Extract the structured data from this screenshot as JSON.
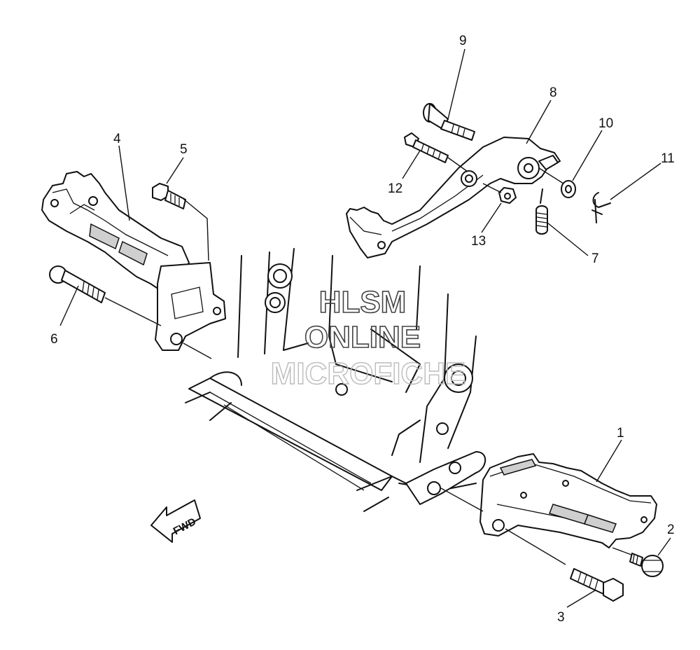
{
  "callouts": [
    {
      "id": "1",
      "label": "1"
    },
    {
      "id": "2",
      "label": "2"
    },
    {
      "id": "3",
      "label": "3"
    },
    {
      "id": "4",
      "label": "4"
    },
    {
      "id": "5",
      "label": "5"
    },
    {
      "id": "6",
      "label": "6"
    },
    {
      "id": "7",
      "label": "7"
    },
    {
      "id": "8",
      "label": "8"
    },
    {
      "id": "9",
      "label": "9"
    },
    {
      "id": "10",
      "label": "10"
    },
    {
      "id": "11",
      "label": "11"
    },
    {
      "id": "12",
      "label": "12"
    },
    {
      "id": "13",
      "label": "13"
    }
  ],
  "direction_marker": {
    "label": "FWD"
  },
  "watermark": {
    "line1": "HLSM",
    "line2": "ONLINE",
    "line3": "MICROFICHE"
  }
}
